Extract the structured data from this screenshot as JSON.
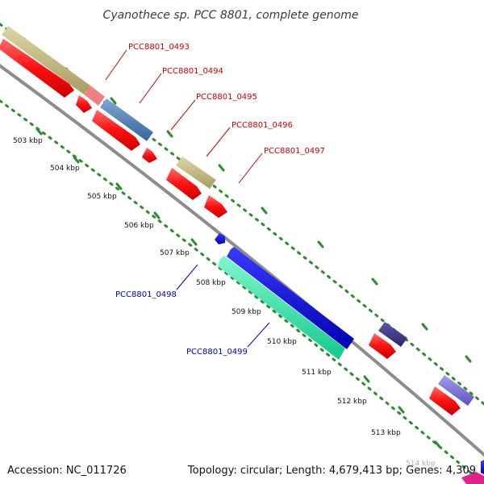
{
  "title": "Cyanothece sp. PCC 8801, complete genome",
  "accession": "Accession: NC_011726",
  "summary": "Topology: circular; Length: 4,679,413 bp; Genes: 4,309",
  "kbp_ticks": [
    {
      "label": "503 kbp",
      "major": true
    },
    {
      "label": "504 kbp",
      "major": true
    },
    {
      "label": "505 kbp",
      "major": true
    },
    {
      "label": "506 kbp",
      "major": true
    },
    {
      "label": "507 kbp",
      "major": true
    },
    {
      "label": "508 kbp",
      "major": true
    },
    {
      "label": "509 kbp",
      "major": true
    },
    {
      "label": "510 kbp",
      "major": true
    },
    {
      "label": "511 kbp",
      "major": true
    },
    {
      "label": "512 kbp",
      "major": true
    },
    {
      "label": "513 kbp",
      "major": true
    },
    {
      "label": "514 kbp",
      "major": true
    }
  ],
  "gene_labels": [
    {
      "text": "PCC8801_0493",
      "color": "#cc0000"
    },
    {
      "text": "PCC8801_0494",
      "color": "#cc0000"
    },
    {
      "text": "PCC8801_0495",
      "color": "#cc0000"
    },
    {
      "text": "PCC8801_0496",
      "color": "#cc0000"
    },
    {
      "text": "PCC8801_0497",
      "color": "#cc0000"
    },
    {
      "text": "PCC8801_0498",
      "color": "#0000cc"
    },
    {
      "text": "PCC8801_0499",
      "color": "#0000cc"
    }
  ],
  "colors": {
    "backbone": "#8c8c8c",
    "tick": "#2e8b2e",
    "cds_red": "#ff1a1a",
    "khaki": "#c2b87e",
    "pink": "#f08080",
    "steel": "#4a7fb5",
    "blue": "#0000e0",
    "seagreen": "#2ee6a8",
    "indigo": "#3a3580",
    "lavender": "#7b74d6",
    "magenta": "#e0208c"
  }
}
